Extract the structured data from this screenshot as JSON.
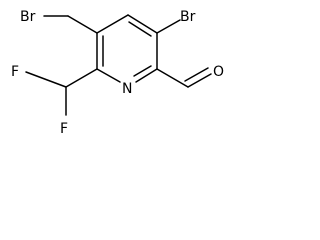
{
  "molecule": {
    "atoms": {
      "bromine_top_left": "Br",
      "bromine_top_right": "Br",
      "fluorine_upper": "F",
      "fluorine_lower": "F",
      "ring_nitrogen": "N",
      "aldehyde_oxygen": "O"
    }
  }
}
